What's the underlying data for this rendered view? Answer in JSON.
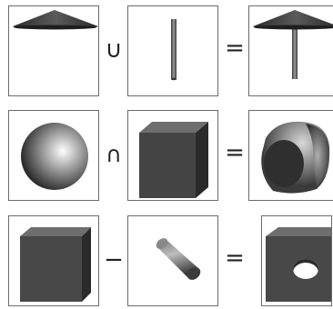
{
  "rows": [
    {
      "left_shape": "cone-canopy",
      "operator": "∪",
      "operator_name": "union",
      "right_shape": "rod",
      "equals": "=",
      "result_shape": "umbrella"
    },
    {
      "left_shape": "sphere",
      "operator": "∩",
      "operator_name": "intersection",
      "right_shape": "cube",
      "equals": "=",
      "result_shape": "rounded-cube"
    },
    {
      "left_shape": "cube",
      "operator": "−",
      "operator_name": "difference",
      "right_shape": "cylinder",
      "equals": "=",
      "result_shape": "cube-with-hole"
    }
  ]
}
